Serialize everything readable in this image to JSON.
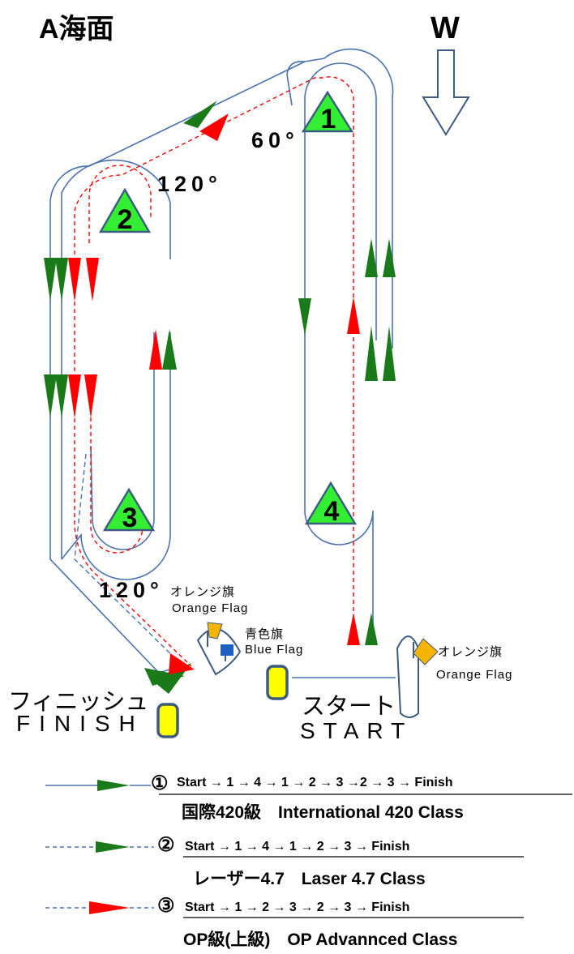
{
  "title": "A海面",
  "wind_label": "W",
  "marks": [
    "1",
    "2",
    "3",
    "4"
  ],
  "angles": {
    "mark1": "60°",
    "mark2": "120°",
    "mark3": "120°"
  },
  "finish": {
    "label_ja": "フィニッシュ",
    "label_en": "FINISH",
    "flag_ja": "オレンジ旗",
    "flag_en": "Orange Flag",
    "blue_flag_ja": "青色旗",
    "blue_flag_en": "Blue Flag"
  },
  "start": {
    "label_ja": "スタート",
    "label_en": "START",
    "flag_ja": "オレンジ旗",
    "flag_en": "Orange Flag"
  },
  "legend": [
    {
      "number": "①",
      "route": "Start → 1 → 4 → 1 → 2 → 3 →2 → 3 → Finish",
      "class": "国際420級　International 420 Class",
      "line_style": "solid",
      "arrow_color": "#1a7a1a"
    },
    {
      "number": "②",
      "route": "Start → 1 → 4 → 1 → 2 → 3 → Finish",
      "class": "レーザー4.7　Laser 4.7 Class",
      "line_style": "dashed",
      "arrow_color": "#1a7a1a"
    },
    {
      "number": "③",
      "route": "Start → 1 → 2 → 3 → 2 → 3 → Finish",
      "class": "OP級(上級)　OP Advannced Class",
      "line_style": "dashed",
      "arrow_color": "#ff0000"
    }
  ],
  "colors": {
    "course_line": "#4a72b0",
    "green_arrow": "#1a7a1a",
    "red_arrow": "#ff0000",
    "mark_fill": "#33ee33",
    "buoy_fill": "#ffff00",
    "buoy_stroke": "#3d5a80",
    "orange_flag": "#f4b400",
    "blue_flag": "#1f5fbf"
  }
}
